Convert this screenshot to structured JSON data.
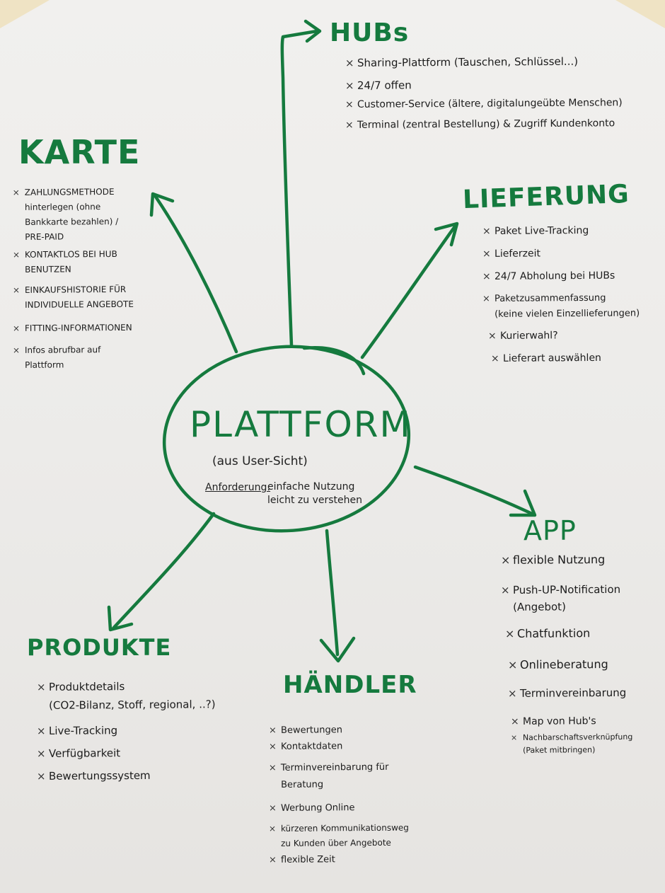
{
  "center": {
    "title": "PLATTFORM",
    "subtitle": "(aus User-Sicht)",
    "requirement_label": "Anforderung:",
    "requirement_text": "einfache Nutzung\nleicht zu verstehen"
  },
  "bullet_symbol": "×",
  "colors": {
    "marker_green": "#157a3e",
    "ink": "#1c1c1c",
    "paper": "#efeeec"
  },
  "categories": [
    {
      "id": "hubs",
      "label": "HUBs",
      "items": [
        "Sharing-Plattform (Tauschen, Schlüssel...)",
        "24/7 offen",
        "Customer-Service (ältere, digitalungeübte Menschen)",
        "Terminal (zentral Bestellung) & Zugriff Kundenkonto"
      ]
    },
    {
      "id": "karte",
      "label": "KARTE",
      "items": [
        "ZAHLUNGSMETHODE\nhinterlegen (ohne\nBankkarte bezahlen) /\nPRE-PAID",
        "KONTAKTLOS BEI HUB\nBENUTZEN",
        "EINKAUFSHISTORIE FÜR\nINDIVIDUELLE ANGEBOTE",
        "FITTING-INFORMATIONEN",
        "Infos abrufbar auf\nPlattform"
      ]
    },
    {
      "id": "lieferung",
      "label": "LIEFERUNG",
      "items": [
        "Paket Live-Tracking",
        "Lieferzeit",
        "24/7 Abholung bei HUBs",
        "Paketzusammenfassung\n(keine vielen Einzellieferungen)",
        "Kurierwahl?",
        "Lieferart auswählen"
      ]
    },
    {
      "id": "app",
      "label": "APP",
      "items": [
        "flexible Nutzung",
        "Push-UP-Notification\n(Angebot)",
        "Chatfunktion",
        "Onlineberatung",
        "Terminvereinbarung",
        "Map von Hub's",
        "Nachbarschaftsverknüpfung\n(Paket mitbringen)"
      ]
    },
    {
      "id": "produkte",
      "label": "PRODUKTE",
      "items": [
        "Produktdetails\n(CO2-Bilanz, Stoff, regional, ..?)",
        "Live-Tracking",
        "Verfügbarkeit",
        "Bewertungssystem"
      ]
    },
    {
      "id": "haendler",
      "label": "HÄNDLER",
      "items": [
        "Bewertungen",
        "Kontaktdaten",
        "Terminvereinbarung für\nBeratung",
        "Werbung Online",
        "kürzeren Kommunikationsweg\nzu Kunden über Angebote",
        "flexible Zeit"
      ]
    }
  ]
}
